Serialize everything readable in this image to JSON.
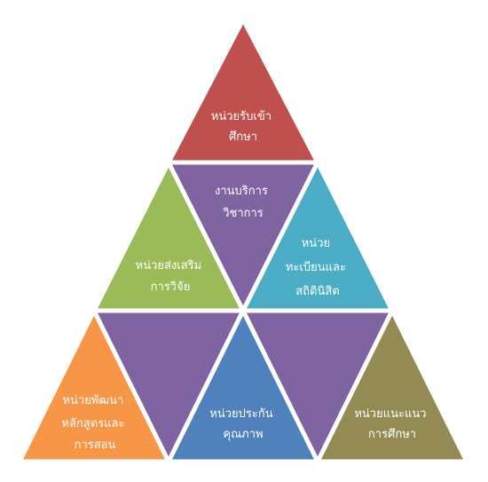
{
  "diagram": {
    "colors": {
      "red": "#C0504D",
      "purple": "#8064A2",
      "green": "#9BBB59",
      "teal": "#4BACC6",
      "orange": "#F79646",
      "blue": "#4F81BD",
      "olive": "#948A54",
      "border": "#FFFFFF"
    },
    "units": {
      "admissions": {
        "line1": "หน่วยรับเข้า",
        "line2": "ศึกษา"
      },
      "academic_services": {
        "line1": "งานบริการ",
        "line2": "วิชาการ"
      },
      "research_promotion": {
        "line1": "หน่วยส่งเสริม",
        "line2": "การวิจัย"
      },
      "registration": {
        "line1": "หน่วย",
        "line2": "ทะเบียนและ",
        "line3": "สถิตินิสิต"
      },
      "curriculum": {
        "line1": "หน่วยพัฒนา",
        "line2": "หลักสูตรและ",
        "line3": "การสอน"
      },
      "quality_assurance": {
        "line1": "หน่วยประกัน",
        "line2": "คุณภาพ"
      },
      "guidance": {
        "line1": "หน่วยแนะแนว",
        "line2": "การศึกษา"
      }
    }
  }
}
